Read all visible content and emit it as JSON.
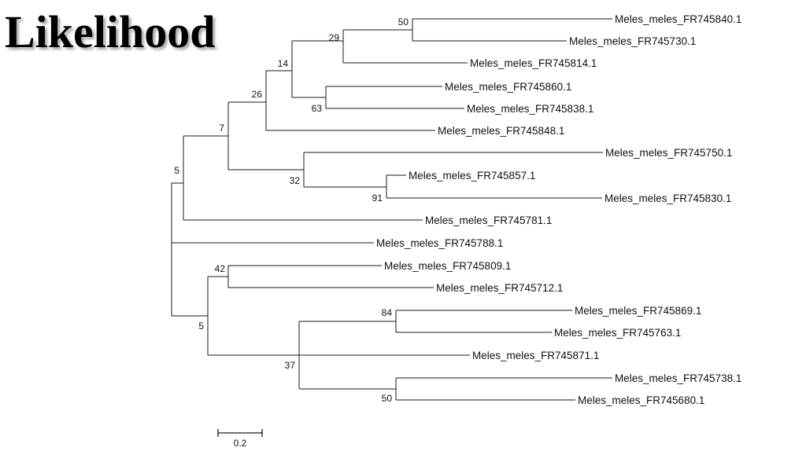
{
  "title": "Likelihood",
  "colors": {
    "line": "#1a1a1a",
    "text": "#111111",
    "background": "#ffffff"
  },
  "tree": {
    "leaves": [
      "Meles_meles_FR745840.1",
      "Meles_meles_FR745730.1",
      "Meles_meles_FR745814.1",
      "Meles_meles_FR745860.1",
      "Meles_meles_FR745838.1",
      "Meles_meles_FR745848.1",
      "Meles_meles_FR745750.1",
      "Meles_meles_FR745857.1",
      "Meles_meles_FR745830.1",
      "Meles_meles_FR745781.1",
      "Meles_meles_FR745788.1",
      "Meles_meles_FR745809.1",
      "Meles_meles_FR745712.1",
      "Meles_meles_FR745869.1",
      "Meles_meles_FR745763.1",
      "Meles_meles_FR745871.1",
      "Meles_meles_FR745738.1",
      "Meles_meles_FR745680.1"
    ],
    "bootstrap_values": [
      "50",
      "29",
      "14",
      "63",
      "26",
      "7",
      "32",
      "91",
      "5",
      "42",
      "84",
      "37",
      "50",
      "5"
    ],
    "scale_bar": {
      "label": "0.2",
      "value": 0.2
    }
  }
}
